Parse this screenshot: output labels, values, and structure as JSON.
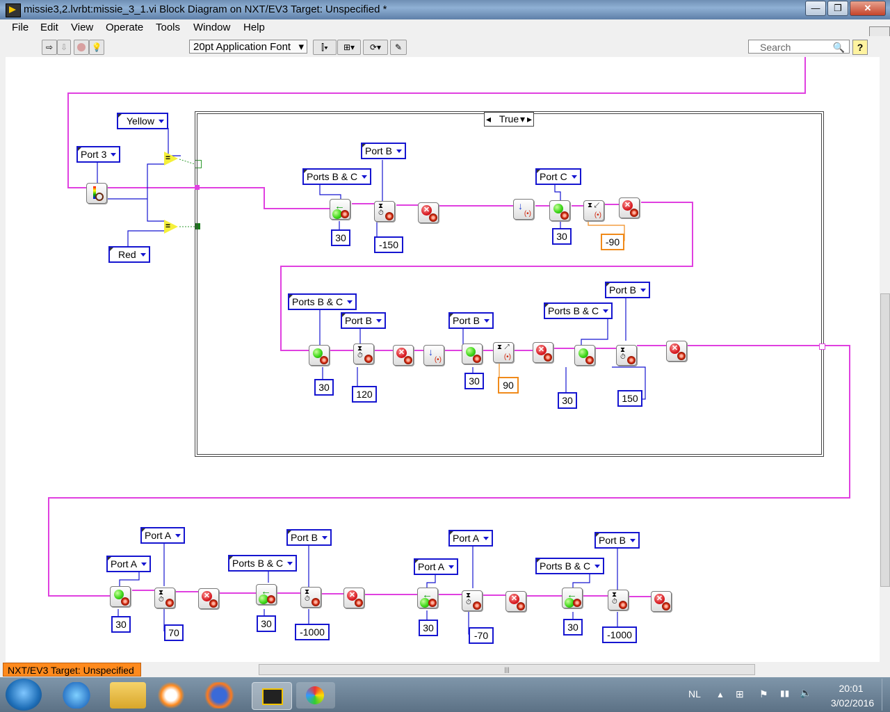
{
  "window": {
    "title": "missie3,2.lvrbt:missie_3_1.vi Block Diagram on NXT/EV3 Target: Unspecified *",
    "controls": [
      "—",
      "❐",
      "✕"
    ]
  },
  "menu": [
    "File",
    "Edit",
    "View",
    "Operate",
    "Tools",
    "Window",
    "Help"
  ],
  "toolbar": {
    "font": "20pt Application Font",
    "search_placeholder": "Search",
    "help": "?"
  },
  "diagram": {
    "colors": {
      "wire": "#e040e0",
      "ring_border": "#1515d0",
      "orange": "#f08a1a",
      "case_border": "#444444"
    },
    "port_sensor": "Port 3",
    "color_yellow": "Yellow",
    "color_red": "Red",
    "case_selector": "True",
    "inner_row1": {
      "ports": [
        "Ports B & C",
        "Port B",
        "Port C"
      ],
      "values": [
        "30",
        "-150",
        "30",
        "-90"
      ]
    },
    "inner_row2": {
      "ports": [
        "Ports B & C",
        "Port B",
        "Port B",
        "Ports B & C",
        "Port B"
      ],
      "values": [
        "30",
        "120",
        "30",
        "90",
        "30",
        "150"
      ]
    },
    "bottom_row": {
      "ports": [
        "Port A",
        "Port A",
        "Ports B & C",
        "Port B",
        "Port A",
        "Port A",
        "Ports B & C",
        "Port B"
      ],
      "values": [
        "30",
        "70",
        "30",
        "-1000",
        "30",
        "-70",
        "30",
        "-1000"
      ]
    }
  },
  "status": {
    "target": "NXT/EV3 Target: Unspecified"
  },
  "taskbar": {
    "apps": [
      "internet-explorer-icon",
      "file-explorer-icon",
      "media-player-icon",
      "firefox-icon",
      "labview-icon",
      "paint-icon"
    ],
    "language": "NL",
    "time": "20:01",
    "date": "3/02/2016"
  }
}
